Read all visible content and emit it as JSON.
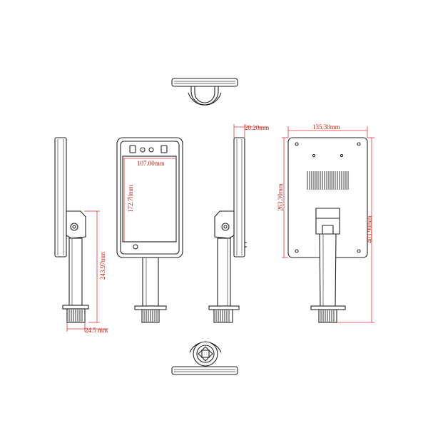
{
  "dimensions": {
    "screen_width": "107.00mm",
    "screen_height": "172.70mm",
    "stand_height": "243.97mm",
    "base_width": "24.5 mm",
    "depth": "20.20mm",
    "back_width": "135.30mm",
    "back_height": "263.30mm",
    "total_height": "403.90mm"
  },
  "colors": {
    "line": "#222222",
    "dimension": "#cc2211",
    "background": "#ffffff"
  }
}
